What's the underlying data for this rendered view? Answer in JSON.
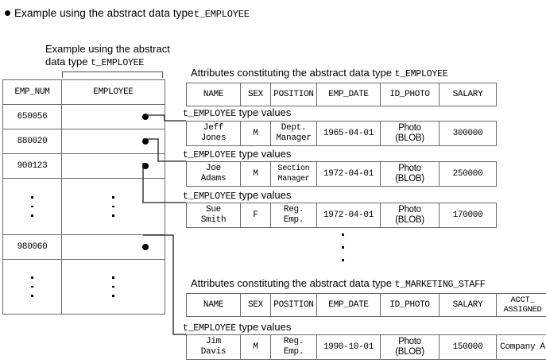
{
  "heading": {
    "bullet_text": "Example using the abstract data type ",
    "bullet_code": "t_EMPLOYEE"
  },
  "left_panel": {
    "caption_line1": "Example using the abstract",
    "caption_line2_text": "data type ",
    "caption_line2_code": "t_EMPLOYEE",
    "columns": [
      "EMP_NUM",
      "EMPLOYEE"
    ],
    "rows": [
      {
        "emp_num": "650056",
        "employee": "",
        "anchor": true
      },
      {
        "emp_num": "880020",
        "employee": "",
        "anchor": true
      },
      {
        "emp_num": "900123",
        "employee": "",
        "anchor": true
      },
      {
        "emp_num": "⋮",
        "employee": "⋮",
        "anchor": false
      },
      {
        "emp_num": "980060",
        "employee": "",
        "anchor": true
      },
      {
        "emp_num": "⋮",
        "employee": "⋮",
        "anchor": false
      }
    ]
  },
  "employee_type": {
    "caption_text": "Attributes constituting the abstract data type ",
    "caption_code": "t_EMPLOYEE",
    "columns": [
      "NAME",
      "SEX",
      "POSITION",
      "EMP_DATE",
      "ID_PHOTO",
      "SALARY"
    ],
    "type_values_label_code": "t_EMPLOYEE",
    "type_values_label_text": " type values",
    "rows": [
      {
        "name_line1": "Jeff",
        "name_line2": "Jones",
        "sex": "M",
        "position_line1": "Dept.",
        "position_line2": "Manager",
        "emp_date": "1965-04-01",
        "photo_line1": "Photo",
        "photo_line2": "(BLOB)",
        "salary": "300000"
      },
      {
        "name_line1": "Joe",
        "name_line2": "Adams",
        "sex": "M",
        "position_line1": "Section",
        "position_line2": "Manager",
        "emp_date": "1972-04-01",
        "photo_line1": "Photo",
        "photo_line2": "(BLOB)",
        "salary": "250000"
      },
      {
        "name_line1": "Sue",
        "name_line2": "Smith",
        "sex": "F",
        "position_line1": "Reg.",
        "position_line2": "Emp.",
        "emp_date": "1972-04-01",
        "photo_line1": "Photo",
        "photo_line2": "(BLOB)",
        "salary": "170000"
      }
    ]
  },
  "marketing_type": {
    "caption_text": "Attributes constituting the abstract data type ",
    "caption_code": "t_MARKETING_STAFF",
    "columns": [
      "NAME",
      "SEX",
      "POSITION",
      "EMP_DATE",
      "ID_PHOTO",
      "SALARY"
    ],
    "last_column_line1": "ACCT_",
    "last_column_line2": "ASSIGNED",
    "type_values_label_code": "t_EMPLOYEE",
    "type_values_label_text": " type values",
    "rows": [
      {
        "name_line1": "Jim",
        "name_line2": "Davis",
        "sex": "M",
        "position_line1": "Reg.",
        "position_line2": "Emp.",
        "emp_date": "1990-10-01",
        "photo_line1": "Photo",
        "photo_line2": "(BLOB)",
        "salary": "150000",
        "acct": "Company A"
      }
    ]
  },
  "colors": {
    "line": "#1a1a1a",
    "table_border": "#6b6b6b",
    "background": "#ffffff"
  }
}
